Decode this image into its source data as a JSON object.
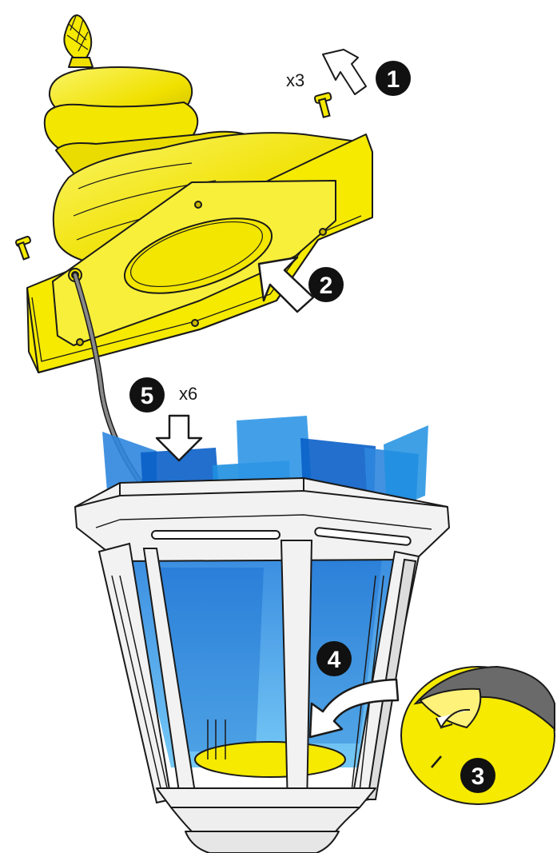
{
  "steps": [
    {
      "number": "1",
      "quantity": "x3"
    },
    {
      "number": "2"
    },
    {
      "number": "3"
    },
    {
      "number": "4"
    },
    {
      "number": "5",
      "quantity": "x6"
    }
  ],
  "colors": {
    "cap_yellow": "#f5ea00",
    "panel_blue": "#1e8fe0",
    "panel_blue_dark": "#0a5fc8",
    "frame_white": "#f2f2f2",
    "outline": "#1a1a1a",
    "wire_gray": "#777777"
  }
}
